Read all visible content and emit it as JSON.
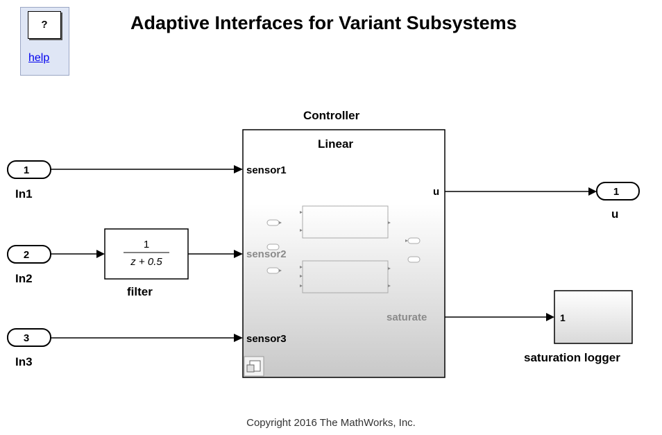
{
  "title": "Adaptive Interfaces for Variant Subsystems",
  "help": {
    "symbol": "?",
    "link": "help"
  },
  "inports": [
    {
      "number": "1",
      "name": "In1"
    },
    {
      "number": "2",
      "name": "In2"
    },
    {
      "number": "3",
      "name": "In3"
    }
  ],
  "filter": {
    "numerator": "1",
    "denominator": "z + 0.5",
    "name": "filter"
  },
  "controller": {
    "name": "Controller",
    "active_variant": "Linear",
    "inputs": [
      "sensor1",
      "sensor2",
      "sensor3"
    ],
    "outputs": [
      "u",
      "saturate"
    ]
  },
  "outport": {
    "number": "1",
    "name": "u"
  },
  "logger": {
    "port": "1",
    "name": "saturation logger"
  },
  "copyright": "Copyright 2016 The MathWorks, Inc."
}
